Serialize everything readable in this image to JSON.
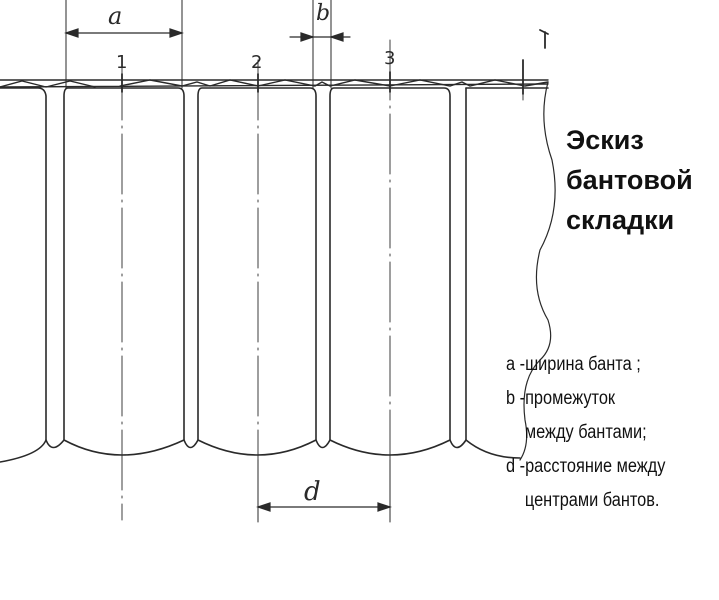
{
  "title": {
    "lines": [
      "Эскиз",
      "бантовой",
      "складки"
    ]
  },
  "dimensions": {
    "a": "a",
    "b": "b",
    "d": "d"
  },
  "pleat_numbers": [
    "1",
    "2",
    "3"
  ],
  "legend": {
    "a": "a -ширина банта ;",
    "b_line1": "b -промежуток",
    "b_line2": "между бантами;",
    "d_line1": "d -расстояние между",
    "d_line2": "центрами бантов."
  },
  "colors": {
    "ink": "#2a2a2a",
    "paper": "#ffffff"
  }
}
